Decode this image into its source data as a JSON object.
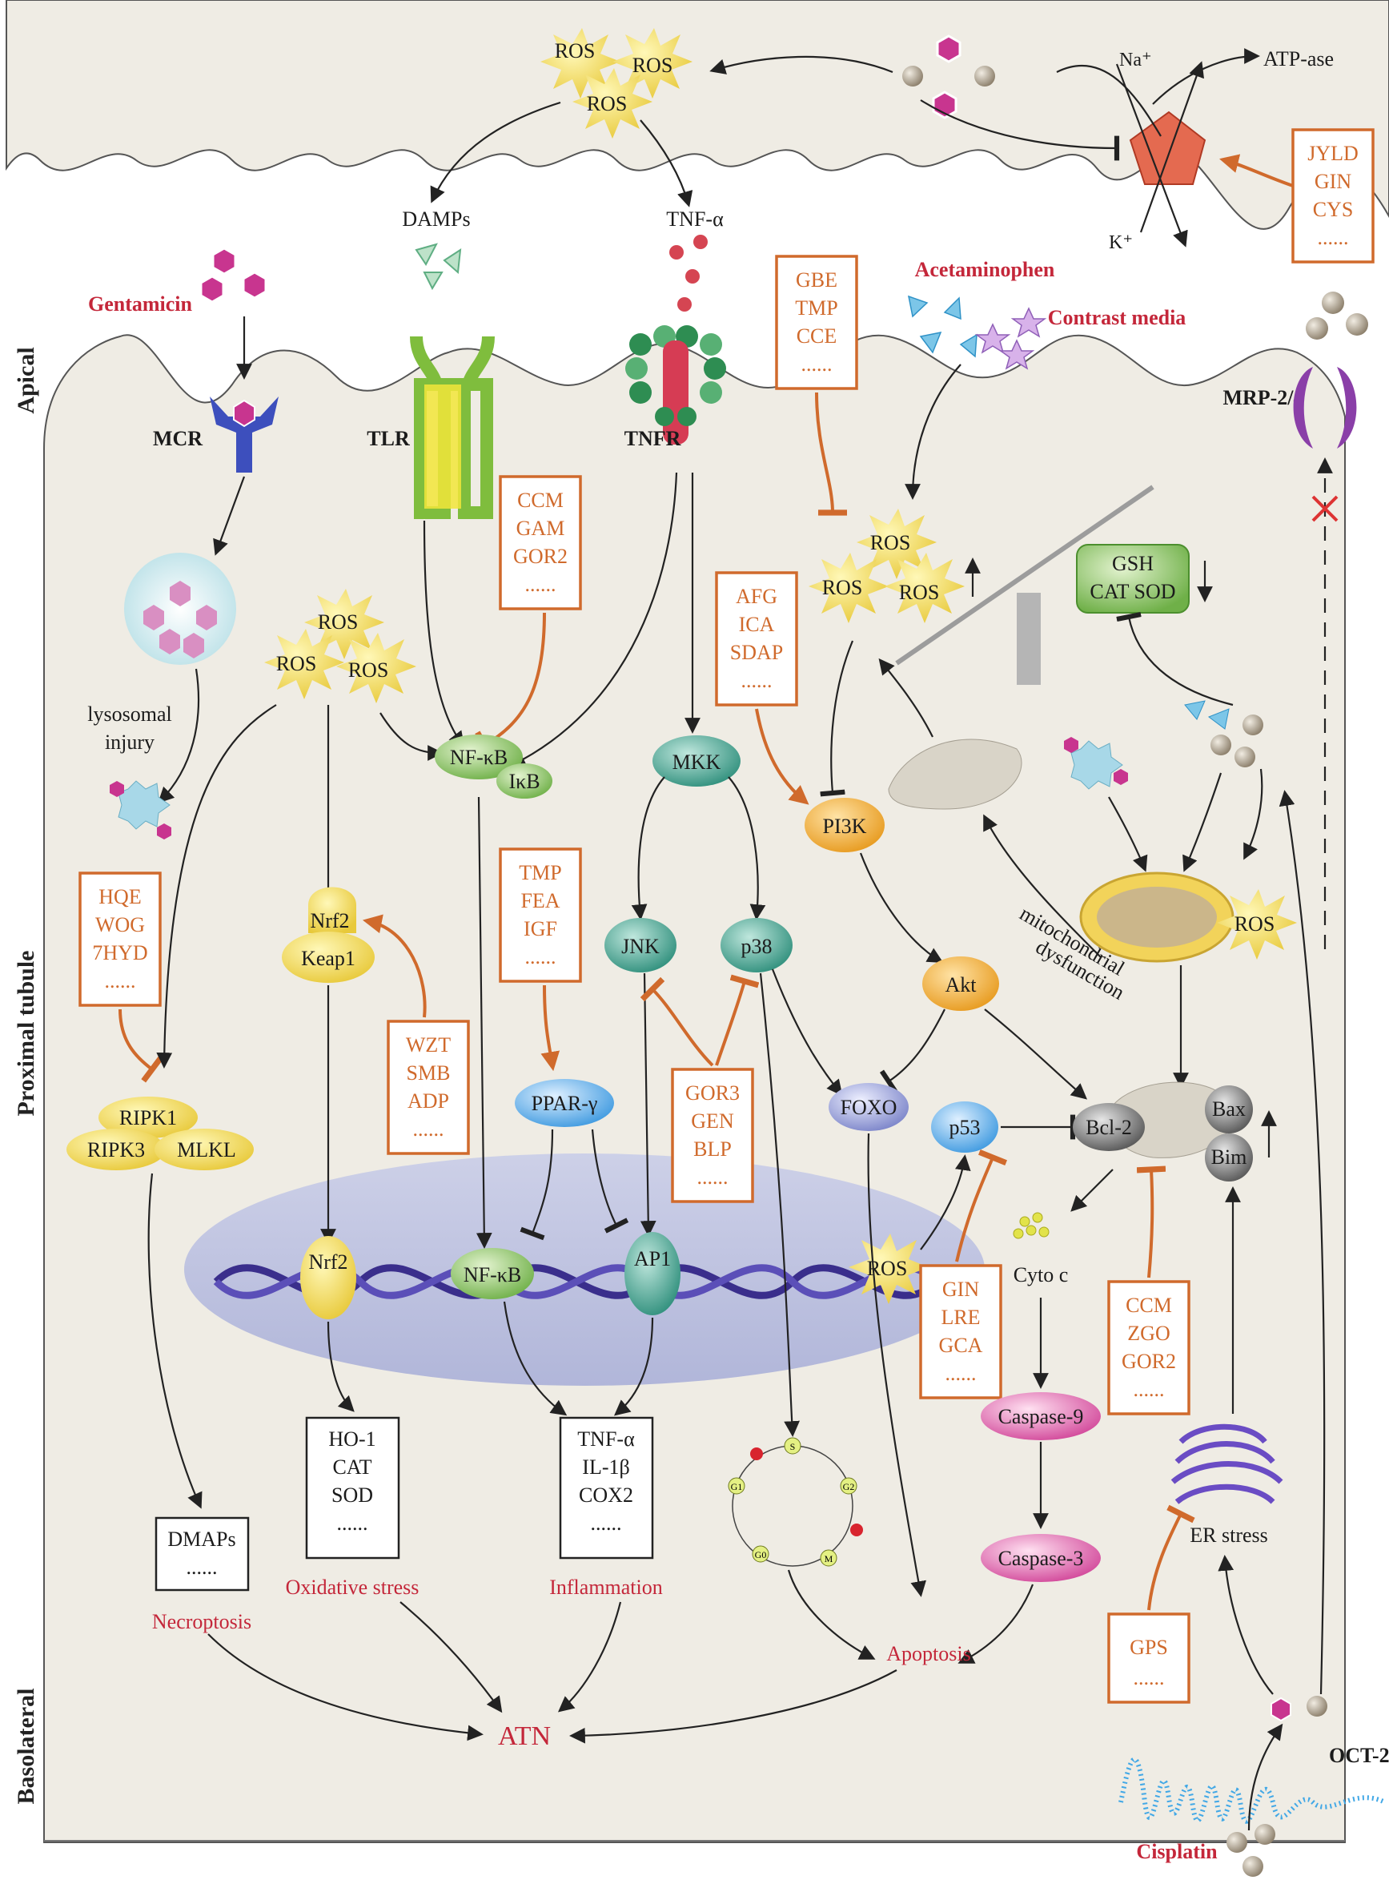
{
  "side_labels": {
    "apical": "Apical",
    "proximal": "Proximal tubule",
    "basolateral": "Basolateral"
  },
  "top": {
    "ros": [
      "ROS",
      "ROS",
      "ROS"
    ],
    "na": "Na⁺",
    "k": "K⁺",
    "atpase": "ATP-ase",
    "damps": "DAMPs",
    "tnfa": "TNF-α"
  },
  "receptors": {
    "mcr": "MCR",
    "tlr": "TLR",
    "tnfr": "TNFR",
    "mrp": "MRP-2/4",
    "oct": "OCT-2"
  },
  "drugs": {
    "gentamicin": "Gentamicin",
    "acetaminophen": "Acetaminophen",
    "contrast": "Contrast media",
    "cisplatin": "Cisplatin"
  },
  "herb_boxes": {
    "jyld": [
      "JYLD",
      "GIN",
      "CYS",
      "......"
    ],
    "gbe": [
      "GBE",
      "TMP",
      "CCE",
      "......"
    ],
    "ccm1": [
      "CCM",
      "GAM",
      "GOR2",
      "......"
    ],
    "afg": [
      "AFG",
      "ICA",
      "SDAP",
      "......"
    ],
    "hqe": [
      "HQE",
      "WOG",
      "7HYD",
      "......"
    ],
    "tmp": [
      "TMP",
      "FEA",
      "IGF",
      "......"
    ],
    "wzt": [
      "WZT",
      "SMB",
      "ADP",
      "......"
    ],
    "gor3": [
      "GOR3",
      "GEN",
      "BLP",
      "......"
    ],
    "gin": [
      "GIN",
      "LRE",
      "GCA",
      "......"
    ],
    "ccm2": [
      "CCM",
      "ZGO",
      "GOR2",
      "......"
    ],
    "gps": [
      "GPS",
      "......"
    ]
  },
  "nodes": {
    "ros_left": [
      "ROS",
      "ROS",
      "ROS"
    ],
    "ros_center": [
      "ROS",
      "ROS",
      "ROS"
    ],
    "ros_mito": "ROS",
    "ros_nucleus": "ROS",
    "gsh": [
      "GSH",
      "CAT SOD"
    ],
    "lysosomal": [
      "lysosomal",
      "injury"
    ],
    "nfkb": "NF-κB",
    "ikb": "IκB",
    "mkk": "MKK",
    "jnk": "JNK",
    "p38": "p38",
    "pi3k": "PI3K",
    "akt": "Akt",
    "nrf2": "Nrf2",
    "keap1": "Keap1",
    "ppar": "PPAR-γ",
    "foxo": "FOXO",
    "p53": "p53",
    "bcl2": "Bcl-2",
    "bax": "Bax",
    "bim": "Bim",
    "ripk1": "RIPK1",
    "ripk3": "RIPK3",
    "mlkl": "MLKL",
    "nrf2_nuc": "Nrf2",
    "nfkb_nuc": "NF-κB",
    "ap1": "AP1",
    "mito": [
      "mitochondrial",
      "dysfunction"
    ],
    "cytoc": "Cyto c",
    "casp9": "Caspase-9",
    "casp3": "Caspase-3",
    "er": "ER stress",
    "cell_cycle": [
      "S",
      "G2",
      "M",
      "G0",
      "G1"
    ]
  },
  "outcome_boxes": {
    "oxidative": [
      "HO-1",
      "CAT",
      "SOD",
      "......"
    ],
    "inflam": [
      "TNF-α",
      "IL-1β",
      "COX2",
      "......"
    ],
    "necro": [
      "DMAPs",
      "......"
    ]
  },
  "outcomes": {
    "oxidative": "Oxidative stress",
    "inflammation": "Inflammation",
    "necroptosis": "Necroptosis",
    "apoptosis": "Apoptosis",
    "atn": "ATN"
  },
  "colors": {
    "membrane": "#efece4",
    "herb": "#d06a2c",
    "red": "#c4273a",
    "nucleus": "#b9bedf"
  }
}
